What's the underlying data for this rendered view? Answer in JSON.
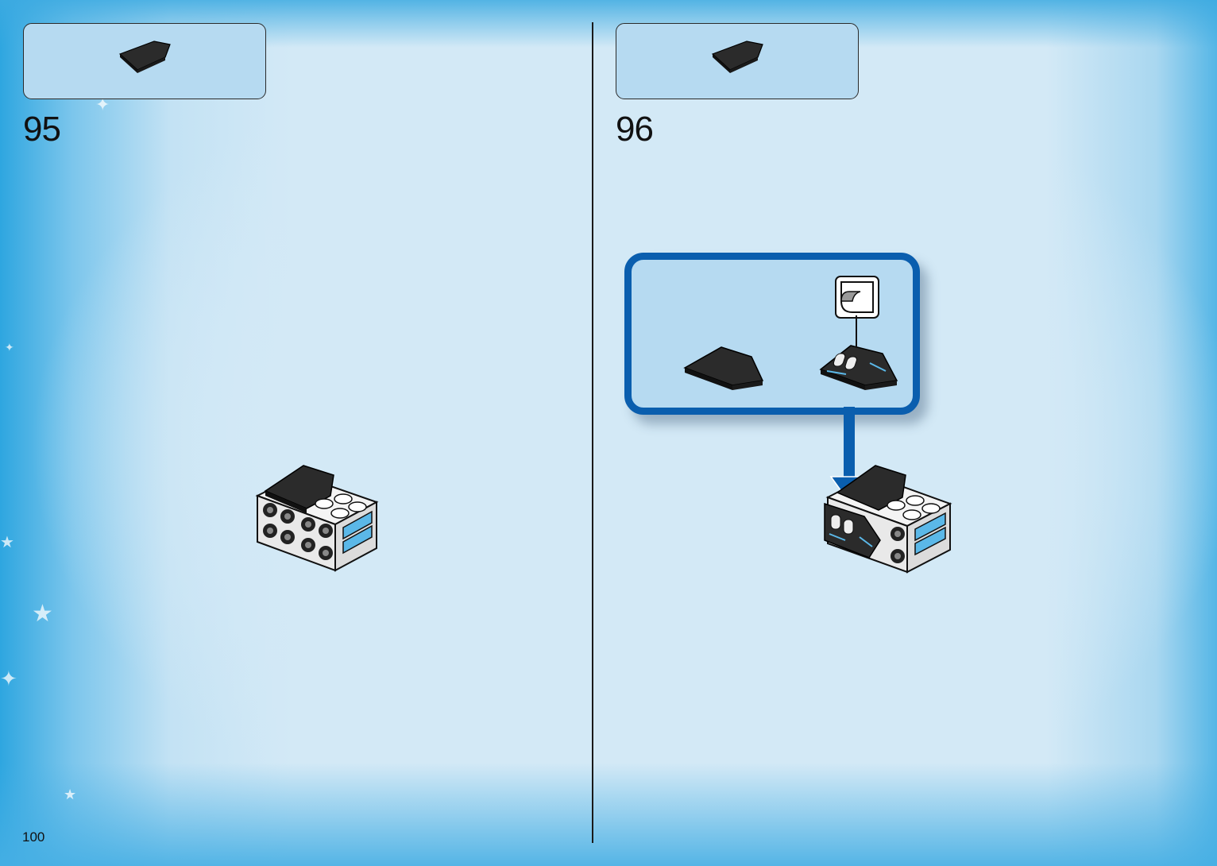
{
  "pages": {
    "left": {
      "page_number": "100",
      "step": {
        "number": "95",
        "parts": [
          {
            "icon": "black-wedge-tile-icon"
          }
        ],
        "model": {
          "icon": "brick-assembly-icon"
        }
      }
    },
    "right": {
      "step": {
        "number": "96",
        "parts": [
          {
            "icon": "black-wedge-tile-icon"
          }
        ],
        "sub_assembly": {
          "parts": [
            {
              "icon": "black-wedge-tile-icon"
            },
            {
              "icon": "decorated-wedge-tile-icon"
            }
          ],
          "sticker": {
            "icon": "sticker-icon"
          }
        },
        "arrow": {
          "icon": "arrow-down-icon"
        },
        "model": {
          "icon": "brick-assembly-with-tile-icon"
        }
      }
    }
  },
  "colors": {
    "frame_blue": "#0a5eae",
    "callout_fill": "#b6daf1",
    "background": "#d2e8f5",
    "tile_black": "#2b2b2b",
    "accent_blue": "#5bb8e8"
  }
}
